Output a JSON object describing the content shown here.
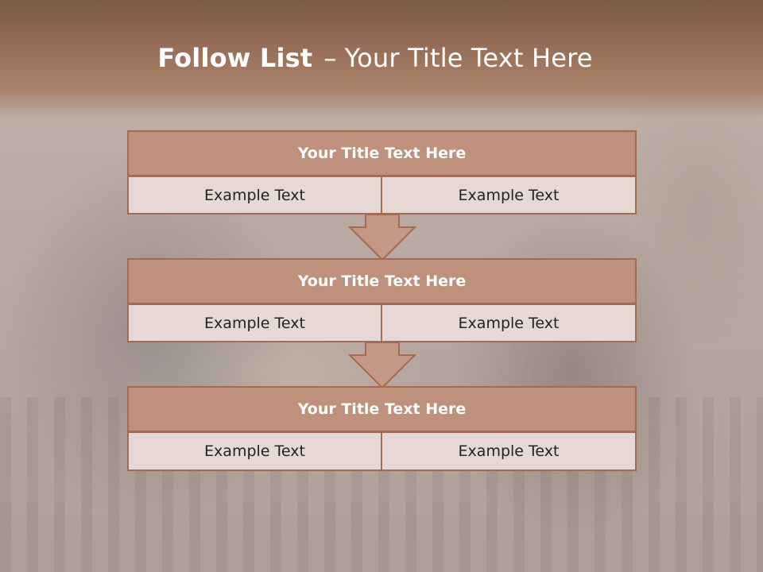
{
  "slide": {
    "title_bold": "Follow List",
    "title_separator": "–",
    "title_rest": "Your Title Text Here"
  },
  "blocks": [
    {
      "header": "Your Title Text Here",
      "left": "Example Text",
      "right": "Example Text"
    },
    {
      "header": "Your Title Text Here",
      "left": "Example Text",
      "right": "Example Text"
    },
    {
      "header": "Your Title Text Here",
      "left": "Example Text",
      "right": "Example Text"
    }
  ],
  "colors": {
    "header_band": "#946c55",
    "block_header_fill": "#bf917a",
    "block_border": "#a56a52",
    "cell_fill": "#e6d8d4"
  },
  "icons": [
    "down-arrow-icon",
    "down-arrow-icon"
  ]
}
